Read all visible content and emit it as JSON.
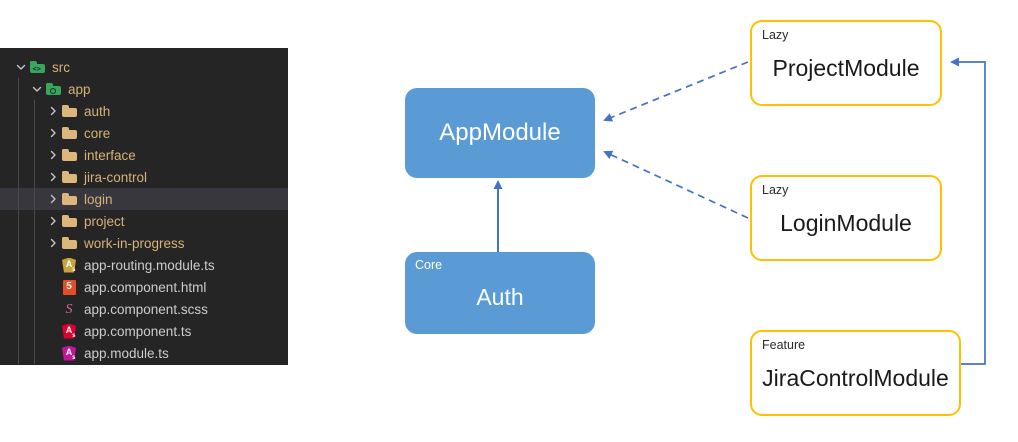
{
  "explorer": {
    "name": "file-explorer",
    "rows": [
      {
        "label": "src",
        "type": "folder",
        "icon": "folder-code-icon",
        "depth": 0,
        "expanded": true,
        "twisty": "chevron-down",
        "selected": false
      },
      {
        "label": "app",
        "type": "folder",
        "icon": "folder-gear-icon",
        "depth": 1,
        "expanded": true,
        "twisty": "chevron-down",
        "selected": false
      },
      {
        "label": "auth",
        "type": "folder",
        "icon": "folder-icon",
        "depth": 2,
        "expanded": false,
        "twisty": "chevron-right",
        "selected": false
      },
      {
        "label": "core",
        "type": "folder",
        "icon": "folder-icon",
        "depth": 2,
        "expanded": false,
        "twisty": "chevron-right",
        "selected": false
      },
      {
        "label": "interface",
        "type": "folder",
        "icon": "folder-icon",
        "depth": 2,
        "expanded": false,
        "twisty": "chevron-right",
        "selected": false
      },
      {
        "label": "jira-control",
        "type": "folder",
        "icon": "folder-icon",
        "depth": 2,
        "expanded": false,
        "twisty": "chevron-right",
        "selected": false
      },
      {
        "label": "login",
        "type": "folder",
        "icon": "folder-icon",
        "depth": 2,
        "expanded": false,
        "twisty": "chevron-right",
        "selected": true
      },
      {
        "label": "project",
        "type": "folder",
        "icon": "folder-icon",
        "depth": 2,
        "expanded": false,
        "twisty": "chevron-right",
        "selected": false
      },
      {
        "label": "work-in-progress",
        "type": "folder",
        "icon": "folder-icon",
        "depth": 2,
        "expanded": false,
        "twisty": "chevron-right",
        "selected": false
      },
      {
        "label": "app-routing.module.ts",
        "type": "file",
        "icon": "angular-gold-icon",
        "depth": 2,
        "expanded": false,
        "twisty": "none",
        "selected": false
      },
      {
        "label": "app.component.html",
        "type": "file",
        "icon": "html5-icon",
        "depth": 2,
        "expanded": false,
        "twisty": "none",
        "selected": false
      },
      {
        "label": "app.component.scss",
        "type": "file",
        "icon": "sass-icon",
        "depth": 2,
        "expanded": false,
        "twisty": "none",
        "selected": false
      },
      {
        "label": "app.component.ts",
        "type": "file",
        "icon": "angular-red-icon",
        "depth": 2,
        "expanded": false,
        "twisty": "none",
        "selected": false
      },
      {
        "label": "app.module.ts",
        "type": "file",
        "icon": "angular-magenta-icon",
        "depth": 2,
        "expanded": false,
        "twisty": "none",
        "selected": false
      }
    ]
  },
  "diagram": {
    "name": "angular-module-dependency-diagram",
    "nodes": [
      {
        "id": "app-module",
        "title": "AppModule",
        "tag": "",
        "style": "blue"
      },
      {
        "id": "auth-module",
        "title": "Auth",
        "tag": "Core",
        "style": "blue"
      },
      {
        "id": "project-module",
        "title": "ProjectModule",
        "tag": "Lazy",
        "style": "yellow"
      },
      {
        "id": "login-module",
        "title": "LoginModule",
        "tag": "Lazy",
        "style": "yellow"
      },
      {
        "id": "jira-control-module",
        "title": "JiraControlModule",
        "tag": "Feature",
        "style": "yellow"
      }
    ],
    "edges": [
      {
        "from": "auth-module",
        "to": "app-module",
        "style": "solid",
        "arrow": "end"
      },
      {
        "from": "project-module",
        "to": "app-module",
        "style": "dashed",
        "arrow": "end"
      },
      {
        "from": "login-module",
        "to": "app-module",
        "style": "dashed",
        "arrow": "end"
      },
      {
        "from": "jira-control-module",
        "to": "project-module",
        "style": "solid",
        "arrow": "end"
      }
    ],
    "colors": {
      "node_fill_blue": "#5B9BD5",
      "node_border_yellow": "#FFC000",
      "connector_blue": "#4472C4",
      "connector_dashed": "#4472C4",
      "node_text_light": "#FFFFFF",
      "node_text_dark": "#1A1A1A"
    }
  },
  "theme": {
    "sidebar_bg": "#252526",
    "sidebar_selected_bg": "#37373D",
    "folder_label_color": "#D7B178",
    "file_label_color": "#CCCCCC",
    "canvas_bg": "#FFFFFF"
  }
}
